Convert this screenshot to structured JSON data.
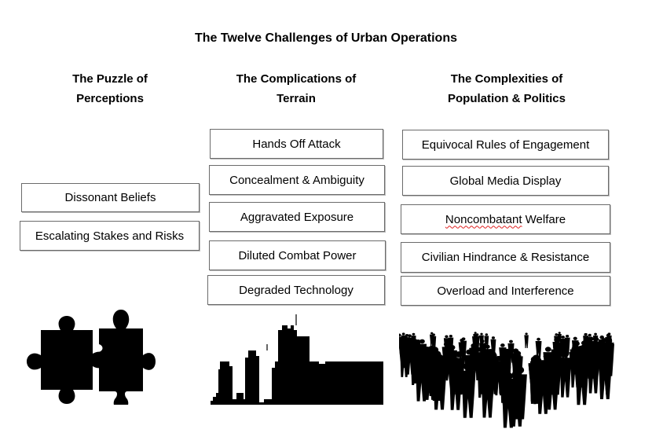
{
  "title": "The Twelve Challenges of Urban Operations",
  "columns": [
    {
      "heading_line1": "The Puzzle of",
      "heading_line2": "Perceptions",
      "items": [
        "Dissonant Beliefs",
        "Escalating Stakes and Risks"
      ],
      "image": "puzzle-pieces"
    },
    {
      "heading_line1": "The Complications of",
      "heading_line2": "Terrain",
      "items": [
        "Hands Off Attack",
        "Concealment & Ambiguity",
        "Aggravated Exposure",
        "Diluted Combat Power",
        "Degraded Technology"
      ],
      "image": "city-skyline"
    },
    {
      "heading_line1": "The Complexities of",
      "heading_line2": "Population & Politics",
      "items": [
        "Equivocal Rules of Engagement",
        "Global Media Display",
        "Noncombatant",
        "Civilian Hindrance & Resistance",
        "Overload and Interference"
      ],
      "item3_suffix": " Welfare",
      "image": "crowd-silhouette"
    }
  ]
}
